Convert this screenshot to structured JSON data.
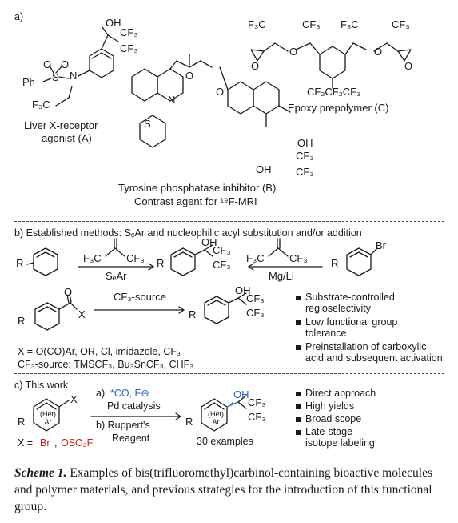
{
  "panel_a": {
    "label": "a)",
    "oh": "OH",
    "cf3": "CF₃",
    "ph": "Ph",
    "s": "S",
    "n": "N",
    "o": "O",
    "f3c": "F₃C",
    "compound_a_line1": "Liver X-receptor",
    "compound_a_line2": "agonist (A)",
    "compound_b_line1": "Tyrosine phosphatase inhibitor (B)",
    "compound_b_line2": "Contrast agent for ¹⁹F-MRI",
    "compound_c_name": "Epoxy prepolymer (C)",
    "c_top_left": "F₃C",
    "c_top_mid": "CF₃",
    "c_top_mid2": "F₃C",
    "c_top_right": "CF₃",
    "c_bottom": "CF₂CF₂CF₃"
  },
  "panel_b": {
    "label": "b) Established methods: SₑAr and nucleophilic acyl substitution and/or addition",
    "reagent_ketone_left": "F₃C",
    "reagent_ketone_right": "CF₃",
    "arrow1_label": "SₑAr",
    "arrow2_label": "Mg/Li",
    "arrow3_label": "CF₃-source",
    "r": "R",
    "x": "X",
    "br": "Br",
    "bullets": [
      "Substrate-controlled\nregioselectivity",
      "Low functional group\ntolerance",
      "Preinstallation of carboxylic\nacid and subsequent activation"
    ],
    "x_def": "X = O(CO)Ar, OR, Cl, imidazole, CF₃",
    "cf3_source_def": "CF₃-source: TMSCF₃, Bu₃SnCF₃, CHF₃"
  },
  "panel_c": {
    "label": "c) This work",
    "step_a_prefix": "a) ",
    "step_a_co": "*CO, F⊖",
    "step_a_cat": "Pd catalysis",
    "step_b_line1": "b) Ruppert's",
    "step_b_line2": "Reagent",
    "het_ar": "(Het)\nAr",
    "x_def_prefix": "X = ",
    "x_def_br": "Br",
    "x_def_sep": ", ",
    "x_def_oso2f": "OSO₂F",
    "product_oh": "OH",
    "product_star": "*",
    "product_cf3_top": "CF₃",
    "product_cf3_bottom": "CF₃",
    "examples": "30 examples",
    "bullets": [
      "Direct approach",
      "High yields",
      "Broad scope",
      "Late-stage\nisotope labeling"
    ]
  },
  "caption": {
    "label": "Scheme 1.",
    "text": " Examples of bis(trifluoromethyl)carbinol-containing bioactive molecules and polymer materials, and previous strategies for the introduction of this functional group."
  },
  "colors": {
    "red": "#c8201e",
    "blue": "#2e66b8"
  }
}
